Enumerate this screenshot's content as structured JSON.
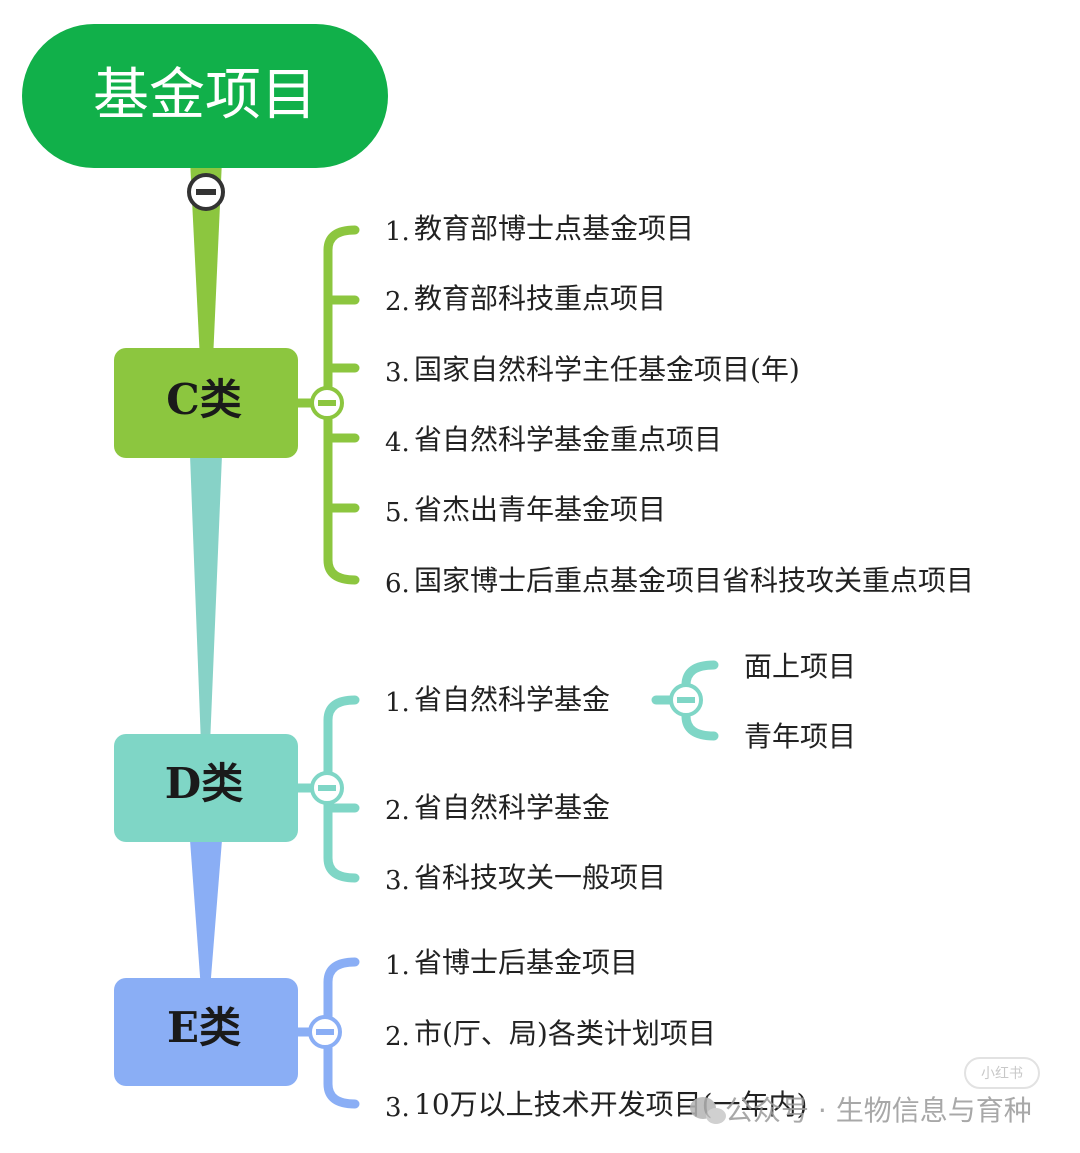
{
  "root": {
    "label": "基金项目"
  },
  "categories": [
    {
      "label": "C类",
      "color": "#8cc63f",
      "items": [
        {
          "num": "1.",
          "text": "教育部博士点基金项目"
        },
        {
          "num": "2.",
          "text": "教育部科技重点项目"
        },
        {
          "num": "3.",
          "text": "国家自然科学主任基金项目(年)"
        },
        {
          "num": "4.",
          "text": "省自然科学基金重点项目"
        },
        {
          "num": "5.",
          "text": "省杰出青年基金项目"
        },
        {
          "num": "6.",
          "text": "国家博士后重点基金项目省科技攻关重点项目"
        }
      ]
    },
    {
      "label": "D类",
      "color": "#7fd6c6",
      "items": [
        {
          "num": "1.",
          "text": "省自然科学基金",
          "children": [
            "面上项目",
            "青年项目"
          ]
        },
        {
          "num": "2.",
          "text": "省自然科学基金"
        },
        {
          "num": "3.",
          "text": "省科技攻关一般项目"
        }
      ]
    },
    {
      "label": "E类",
      "color": "#8aaef5",
      "items": [
        {
          "num": "1.",
          "text": "省博士后基金项目"
        },
        {
          "num": "2.",
          "text": "市(厅、局)各类计划项目"
        },
        {
          "num": "3.",
          "text": "10万以上技术开发项目(一年内)"
        }
      ]
    }
  ],
  "colors": {
    "root": "#11b04a",
    "c_branch": "#8cc63f",
    "d_branch": "#7fd6c6",
    "e_branch": "#8aaef5",
    "collapse_toggle": "#ffffff"
  },
  "watermark": {
    "text": "公众号 · 生物信息与育种",
    "badge": "小红书"
  }
}
